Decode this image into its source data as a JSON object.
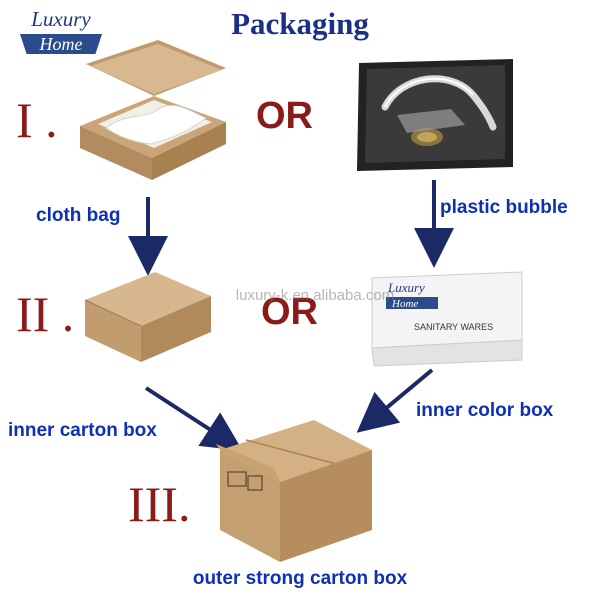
{
  "logo": {
    "line1": "Luxury",
    "line2": "Home"
  },
  "title": "Packaging",
  "steps": {
    "one": "I .",
    "two": "II .",
    "three": "III."
  },
  "or_word": "OR",
  "labels": {
    "cloth_bag": "cloth bag",
    "plastic_bubble": "plastic bubble",
    "inner_carton_box": "inner carton box",
    "inner_color_box": "inner color box",
    "outer_box": "outer strong carton box"
  },
  "watermark": "luxury-k.en.alibaba.com",
  "color_box": {
    "brand_line1": "Luxury",
    "brand_line2": "Home",
    "caption": "SANITARY WARES"
  },
  "colors": {
    "title_blue": "#1a2f86",
    "roman_red": "#8b1a1a",
    "label_blue": "#0f2fb4",
    "kraft": "#c9a37a"
  }
}
